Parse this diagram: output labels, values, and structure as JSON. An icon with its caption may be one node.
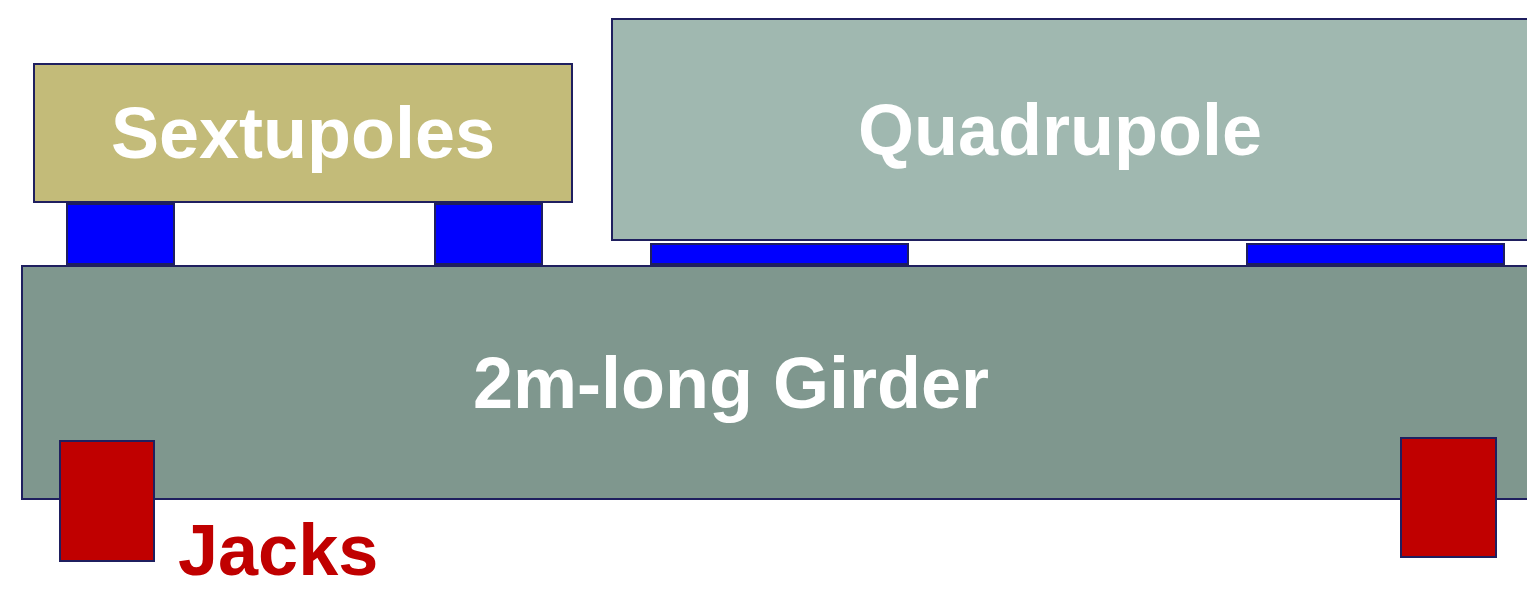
{
  "diagram": {
    "nodes": [
      {
        "text": [
          "Sextupoles"
        ]
      },
      {
        "text": [
          "Quadrupole"
        ]
      },
      {
        "text": [],
        "shape": "box"
      },
      {
        "text": [],
        "shape": "box"
      },
      {
        "text": [],
        "shape": "box"
      },
      {
        "text": [],
        "shape": "box"
      },
      {
        "text": [
          "2m-long Girder"
        ]
      },
      {
        "text": [],
        "shape": "box"
      },
      {
        "text": [],
        "shape": "box"
      }
    ],
    "labels": [
      "Jacks"
    ]
  }
}
